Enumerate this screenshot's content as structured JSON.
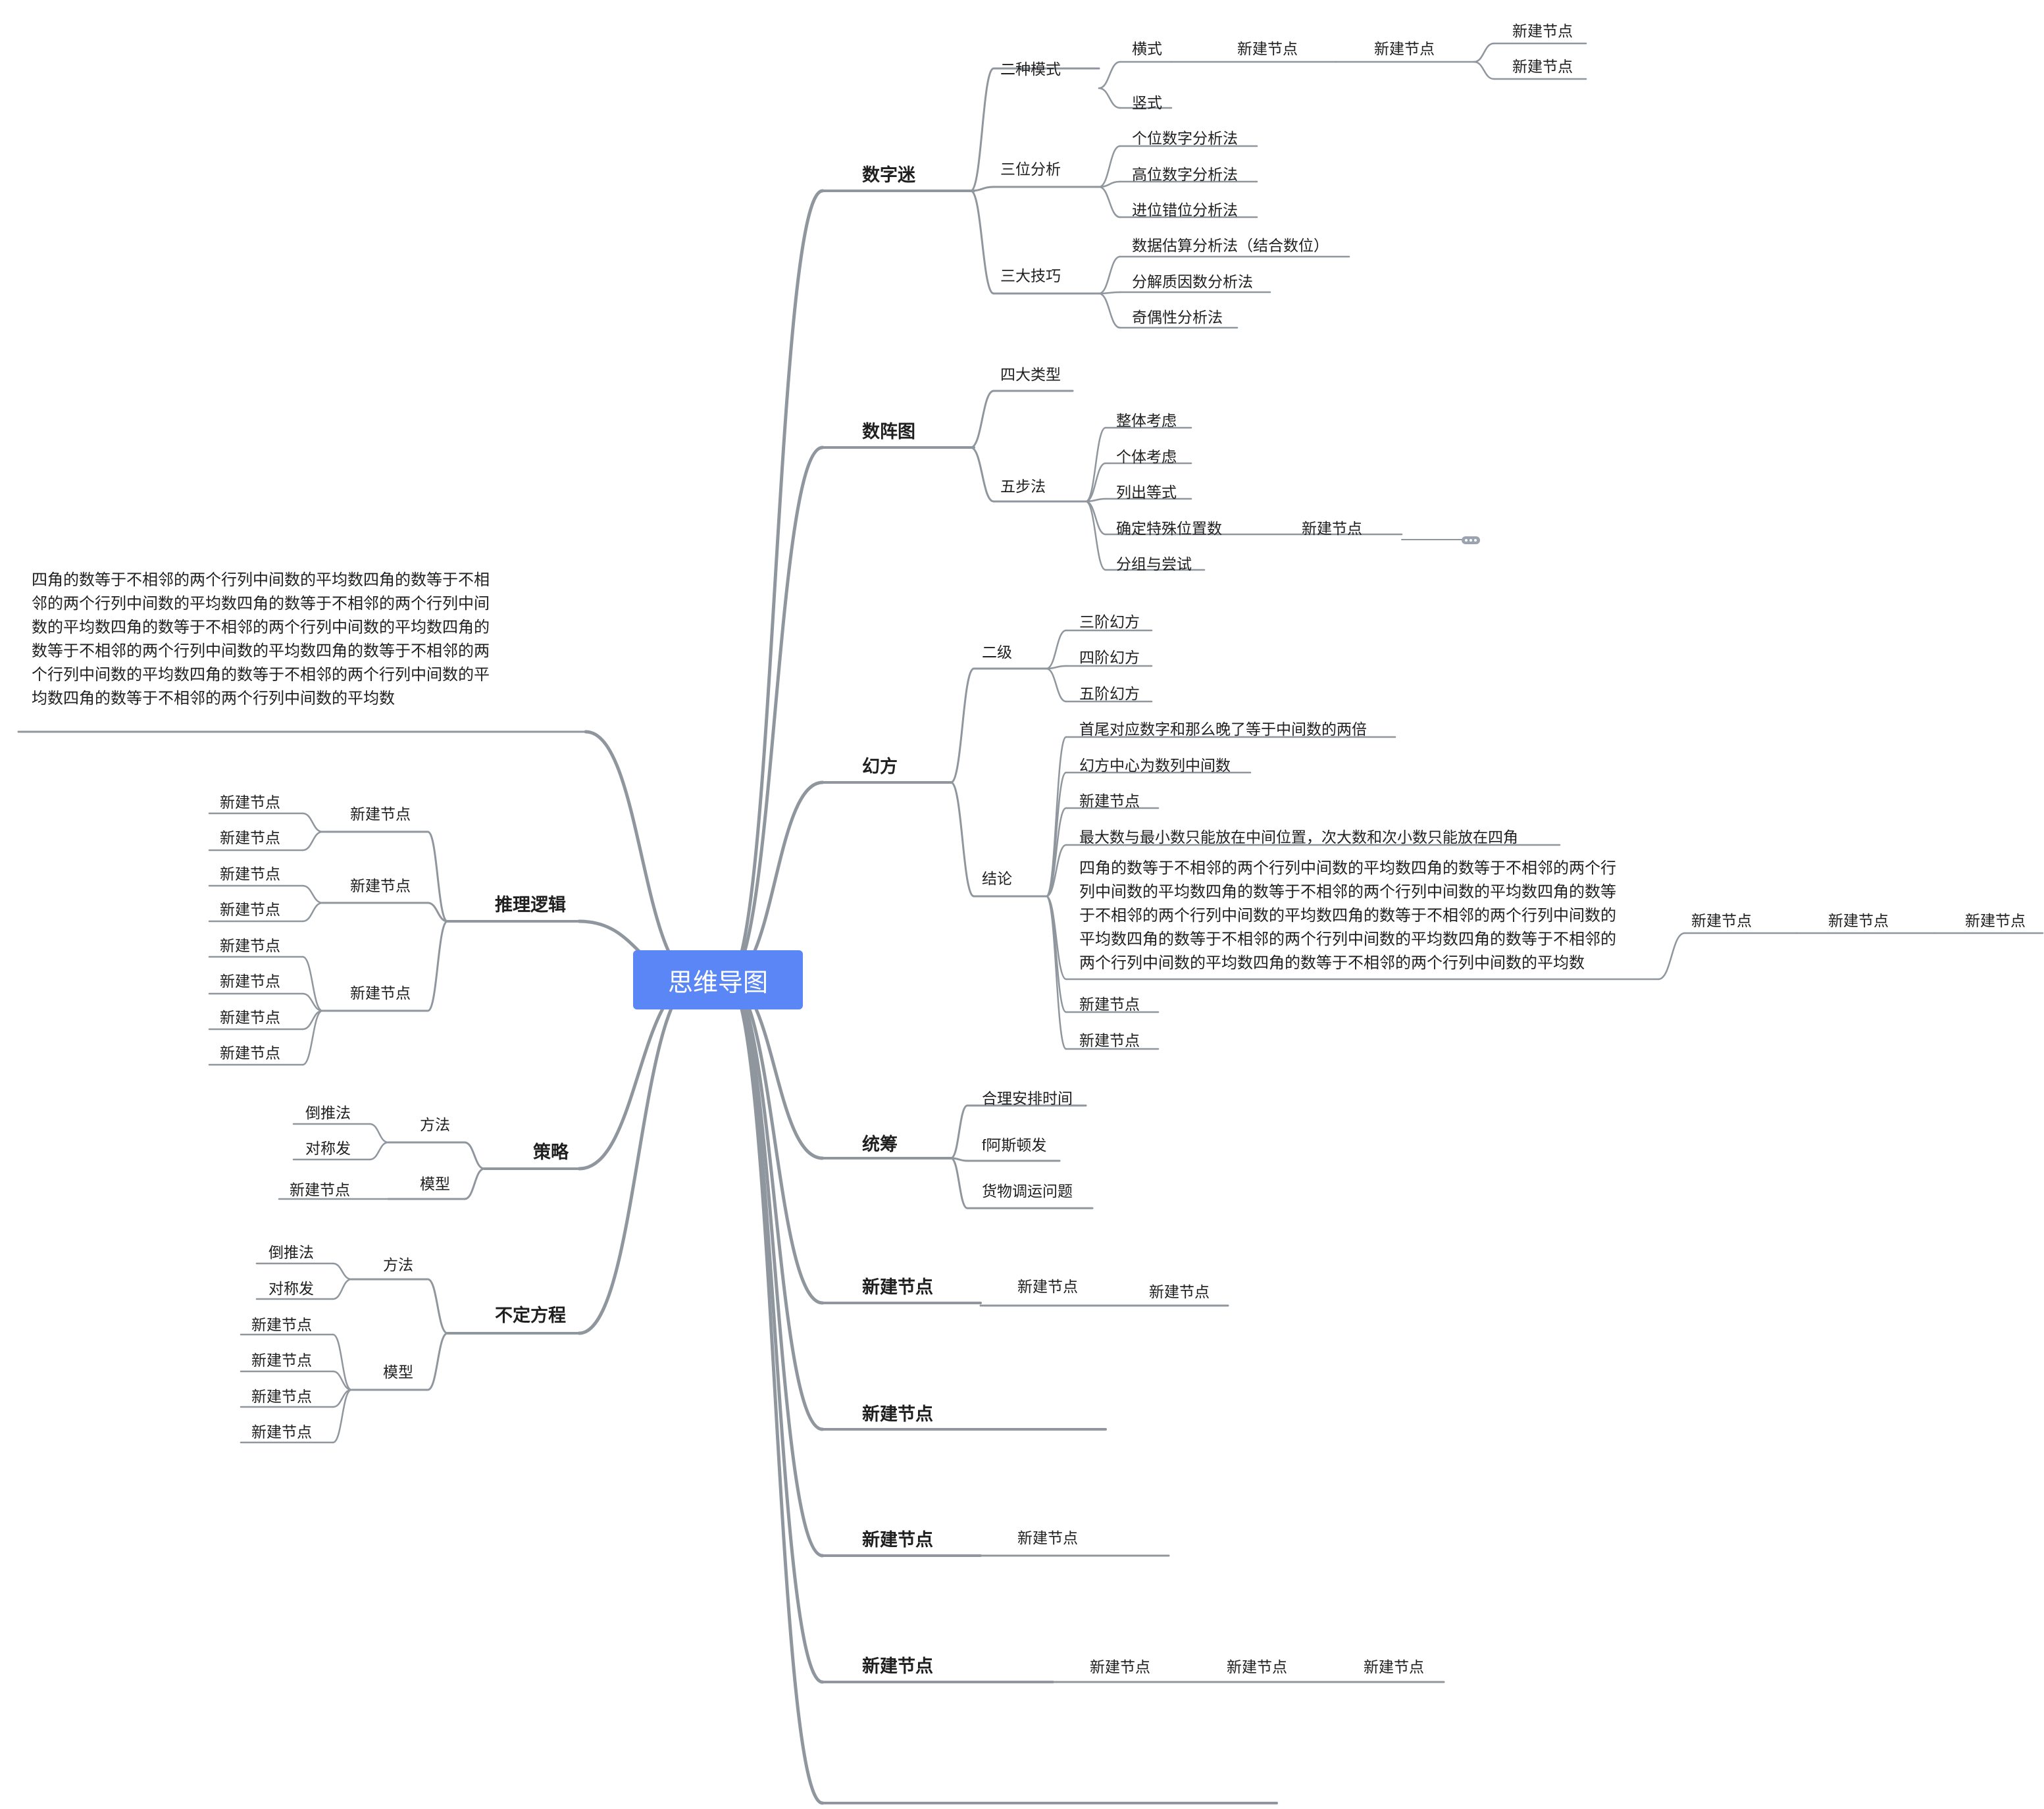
{
  "root": {
    "label": "思维导图"
  },
  "colors": {
    "root_fill": "#5b86f5",
    "root_text": "#ffffff",
    "line": "#8f969e",
    "text": "#1f1f1f"
  },
  "right": {
    "shuzimi": {
      "label": "数字迷",
      "erzhong": {
        "label": "二种模式",
        "hengshi": "横式",
        "hs_n1": "新建节点",
        "hs_n2": "新建节点",
        "hs_n3": "新建节点",
        "hs_n4": "新建节点",
        "shushi": "竖式"
      },
      "sanwei": {
        "label": "三位分析",
        "items": [
          "个位数字分析法",
          "高位数字分析法",
          "进位错位分析法"
        ]
      },
      "sanda": {
        "label": "三大技巧",
        "items": [
          "数据估算分析法（结合数位）",
          "分解质因数分析法",
          "奇偶性分析法"
        ]
      }
    },
    "shuzhentu": {
      "label": "数阵图",
      "sida": "四大类型",
      "wubu": {
        "label": "五步法",
        "items": [
          "整体考虑",
          "个体考虑",
          "列出等式",
          "确定特殊位置数",
          "分组与尝试"
        ],
        "child": "新建节点"
      }
    },
    "huanfang": {
      "label": "幻方",
      "erji": {
        "label": "二级",
        "items": [
          "三阶幻方",
          "四阶幻方",
          "五阶幻方"
        ]
      },
      "jielun": {
        "label": "结论",
        "items": [
          "首尾对应数字和那么晚了等于中间数的两倍",
          "幻方中心为数列中间数",
          "新建节点",
          "最大数与最小数只能放在中间位置，次大数和次小数只能放在四角"
        ],
        "para_lines": [
          "四角的数等于不相邻的两个行列中间数的平均数四角的数等于不相邻的两个行",
          "列中间数的平均数四角的数等于不相邻的两个行列中间数的平均数四角的数等",
          "于不相邻的两个行列中间数的平均数四角的数等于不相邻的两个行列中间数的",
          "平均数四角的数等于不相邻的两个行列中间数的平均数四角的数等于不相邻的",
          "两个行列中间数的平均数四角的数等于不相邻的两个行列中间数的平均数"
        ],
        "para_chain": [
          "新建节点",
          "新建节点",
          "新建节点"
        ],
        "tail": [
          "新建节点",
          "新建节点"
        ]
      }
    },
    "tongchou": {
      "label": "统筹",
      "items": [
        "合理安排时间",
        "f阿斯顿发",
        "货物调运问题"
      ]
    },
    "n1": {
      "label": "新建节点",
      "c1": "新建节点",
      "c2": "新建节点"
    },
    "n2": {
      "label": "新建节点"
    },
    "n3": {
      "label": "新建节点",
      "c1": "新建节点"
    },
    "n4": {
      "label": "新建节点",
      "chain": [
        "新建节点",
        "新建节点",
        "新建节点"
      ]
    }
  },
  "left": {
    "para_lines": [
      "四角的数等于不相邻的两个行列中间数的平均数四角的数等于不相",
      "邻的两个行列中间数的平均数四角的数等于不相邻的两个行列中间",
      "数的平均数四角的数等于不相邻的两个行列中间数的平均数四角的",
      "数等于不相邻的两个行列中间数的平均数四角的数等于不相邻的两",
      "个行列中间数的平均数四角的数等于不相邻的两个行列中间数的平",
      "均数四角的数等于不相邻的两个行列中间数的平均数"
    ],
    "tuili": {
      "label": "推理逻辑",
      "g1": {
        "label": "新建节点",
        "items": [
          "新建节点",
          "新建节点"
        ]
      },
      "g2": {
        "label": "新建节点",
        "items": [
          "新建节点",
          "新建节点"
        ]
      },
      "g3": {
        "label": "新建节点",
        "items": [
          "新建节点",
          "新建节点",
          "新建节点",
          "新建节点"
        ]
      }
    },
    "celue": {
      "label": "策略",
      "fangfa": {
        "label": "方法",
        "items": [
          "倒推法",
          "对称发"
        ]
      },
      "moxing": {
        "label": "模型",
        "items": [
          "新建节点"
        ]
      }
    },
    "buding": {
      "label": "不定方程",
      "fangfa": {
        "label": "方法",
        "items": [
          "倒推法",
          "对称发"
        ]
      },
      "moxing": {
        "label": "模型",
        "items": [
          "新建节点",
          "新建节点",
          "新建节点",
          "新建节点"
        ]
      }
    }
  }
}
